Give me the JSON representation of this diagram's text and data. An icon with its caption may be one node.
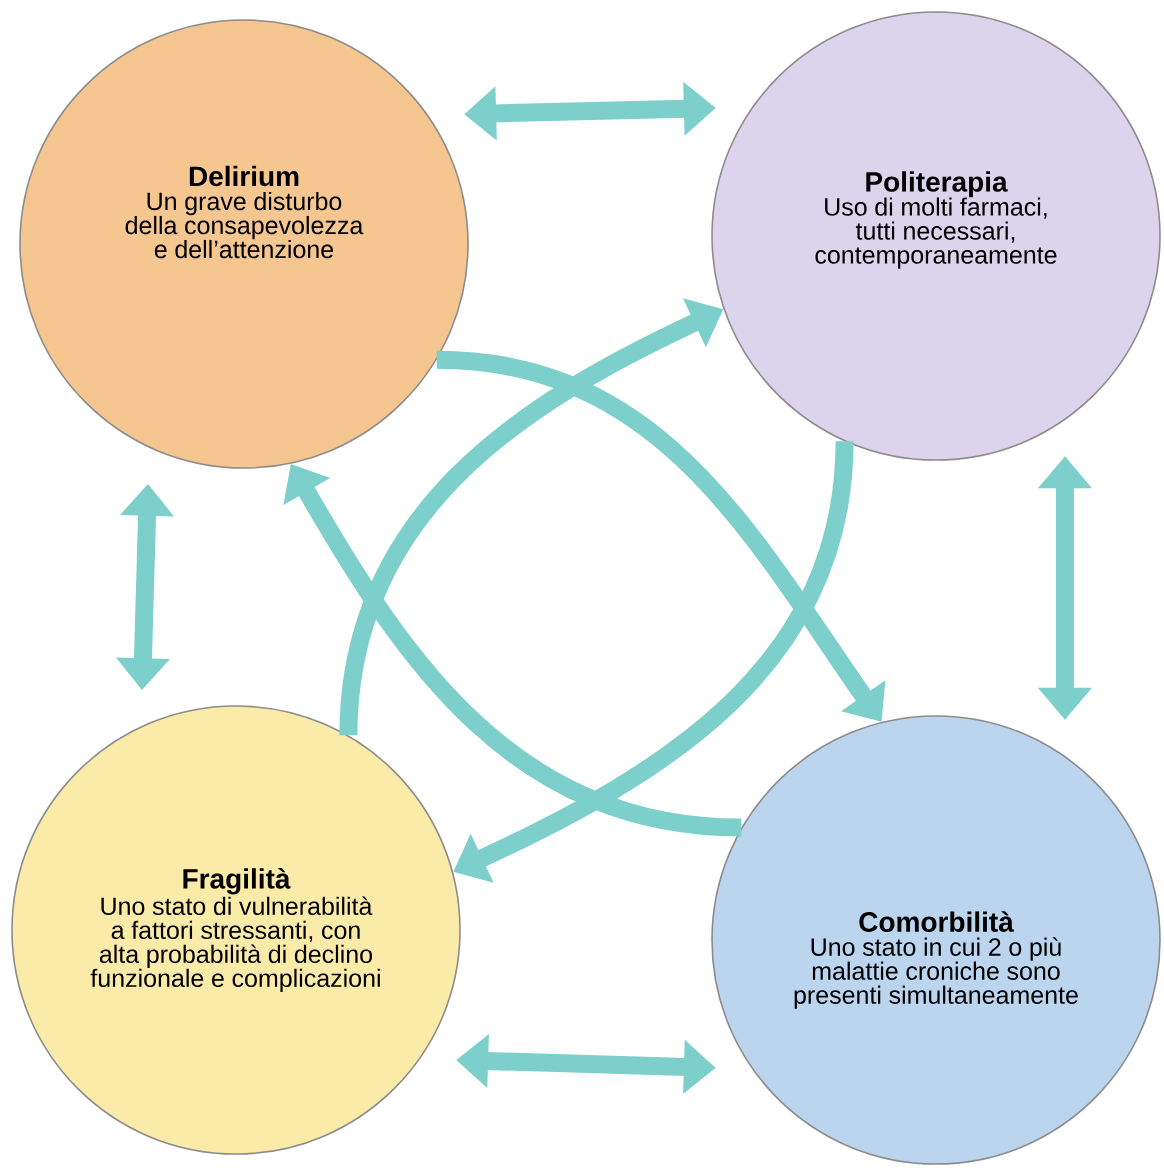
{
  "diagram": {
    "nodes": [
      {
        "text": [
          "Delirium",
          "Un grave disturbo della consapevolezza e dell’attenzione"
        ]
      },
      {
        "text": [
          "Politerapia",
          "Uso di molti farmaci, tutti necessari, contemporaneamente"
        ]
      },
      {
        "text": [
          "Fragilità",
          "Uno stato di vulnerabilità a fattori stressanti, con alta probabilità di declino funzionale e complicazioni"
        ]
      },
      {
        "text": [
          "Comorbilità",
          "Uno stato in cui 2 o più malattie croniche sono presenti simultaneamente"
        ]
      }
    ],
    "edges": [
      {
        "from": 0,
        "to": 1,
        "arrow": "both"
      },
      {
        "from": 1,
        "to": 3,
        "arrow": "both"
      },
      {
        "from": 3,
        "to": 2,
        "arrow": "both"
      },
      {
        "from": 2,
        "to": 0,
        "arrow": "both"
      },
      {
        "from": 0,
        "to": 3,
        "arrow": "to"
      },
      {
        "from": 1,
        "to": 2,
        "arrow": "to"
      },
      {
        "from": 3,
        "to": 0,
        "arrow": "to"
      },
      {
        "from": 2,
        "to": 1,
        "arrow": "to"
      }
    ]
  }
}
